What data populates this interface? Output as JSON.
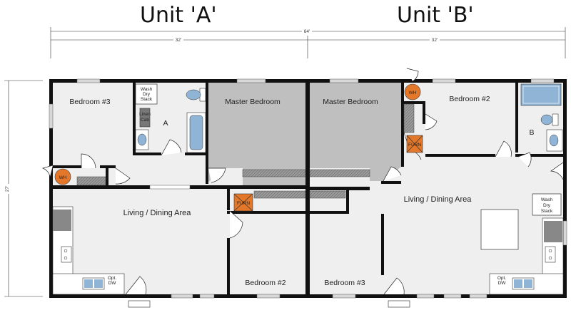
{
  "titles": {
    "unit_a": "Unit 'A'",
    "unit_b": "Unit 'B'"
  },
  "dimensions": {
    "overall_width": "64'",
    "half_a": "32'",
    "half_b": "32'",
    "depth": "27'"
  },
  "unit_a": {
    "bedroom3": "Bedroom #3",
    "master": "Master Bedroom",
    "living": "Living / Dining Area",
    "bedroom2": "Bedroom #2",
    "bath": "A",
    "wh": "WH",
    "furn": "FURN",
    "linen": [
      "Linen",
      "Cab"
    ],
    "washer": [
      "Wash",
      "Dry",
      "Stack"
    ],
    "opt_dw": [
      "Opt.",
      "DW"
    ]
  },
  "unit_b": {
    "master": "Master Bedroom",
    "bedroom2": "Bedroom #2",
    "living": "Living / Dining Area",
    "bedroom3": "Bedroom #3",
    "bath": "B",
    "wh": "WH",
    "furn": "FURN",
    "washer": [
      "Wash",
      "Dry",
      "Stack"
    ],
    "opt_dw": [
      "Opt.",
      "DW"
    ]
  },
  "colors": {
    "wall": "#111111",
    "floor": "#efefef",
    "master": "#bfbfbf",
    "wh": "#e4782a",
    "tub": "#8fb4d6",
    "cabinet": "#777777"
  }
}
